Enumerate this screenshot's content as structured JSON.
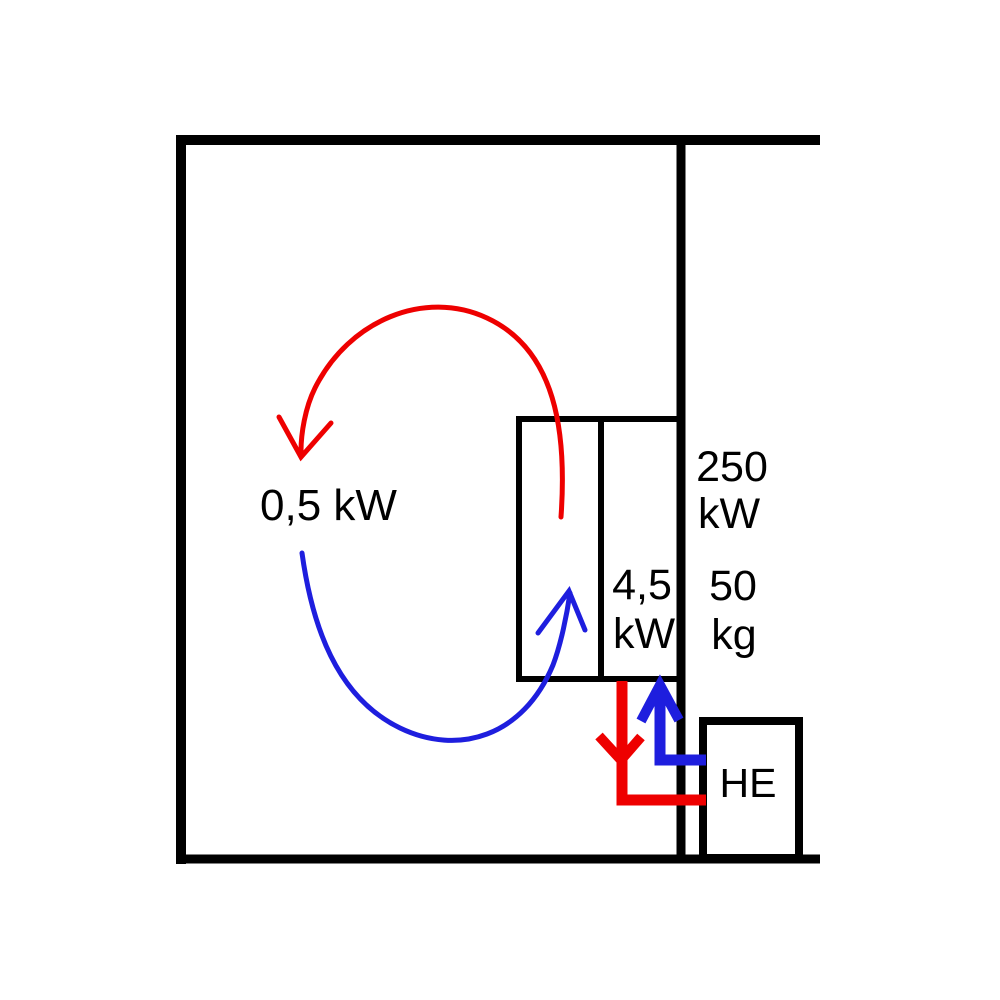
{
  "colors": {
    "wall": "#000000",
    "warm": "#ee0000",
    "cold": "#1e1ede",
    "text": "#000000",
    "background": "#ffffff"
  },
  "labels": {
    "room_power": "0,5 kW",
    "unit_power": {
      "value": "4,5",
      "unit": "kW"
    },
    "source_power": {
      "value": "250",
      "unit": "kW"
    },
    "source_mass": {
      "value": "50",
      "unit": "kg"
    },
    "heat_exchanger": "HE"
  }
}
